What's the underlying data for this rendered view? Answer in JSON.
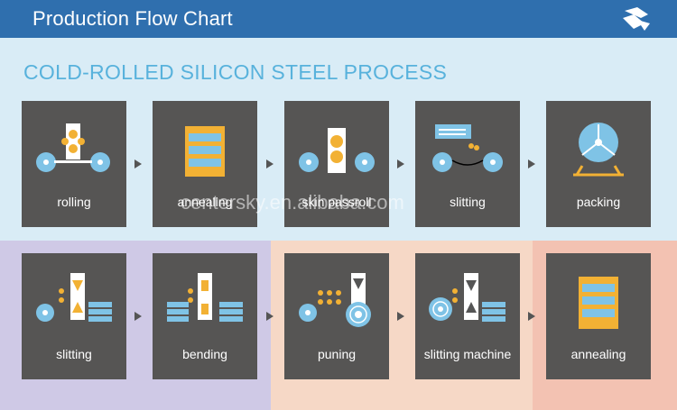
{
  "header": {
    "title": "Production Flow Chart",
    "logo_icon": "company-logo-icon"
  },
  "subtitle": "COLD-ROLLED SILICON STEEL PROCESS",
  "watermark": "centersky.en.alibaba.com",
  "colors": {
    "header_bg": "#2f6fae",
    "card_bg": "#565554",
    "accent_orange": "#f2b134",
    "accent_blue": "#7fc3e6",
    "subtitle": "#58b2dc"
  },
  "row1": [
    {
      "label": "rolling",
      "icon": "rolling-icon"
    },
    {
      "label": "annealing",
      "icon": "annealing-icon"
    },
    {
      "label": "skin passroll",
      "icon": "skin-passroll-icon"
    },
    {
      "label": "slitting",
      "icon": "slitting-icon"
    },
    {
      "label": "packing",
      "icon": "packing-icon"
    }
  ],
  "row2": [
    {
      "label": "slitting",
      "icon": "slitting-line-icon"
    },
    {
      "label": "bending",
      "icon": "bending-icon"
    },
    {
      "label": "puning",
      "icon": "punching-icon"
    },
    {
      "label": "slitting machine",
      "icon": "slitting-machine-icon"
    },
    {
      "label": "annealing",
      "icon": "annealing-icon"
    }
  ]
}
